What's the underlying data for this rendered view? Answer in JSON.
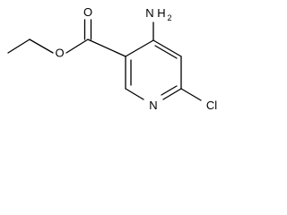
{
  "molecule": {
    "atoms": {
      "amino": {
        "element": "N",
        "hydrogens": "H",
        "hydrogen_count": "2"
      },
      "carbonyl_oxygen": {
        "element": "O"
      },
      "ester_oxygen": {
        "element": "O"
      },
      "ring_nitrogen": {
        "element": "N"
      },
      "chlorine": {
        "element": "Cl"
      }
    }
  }
}
